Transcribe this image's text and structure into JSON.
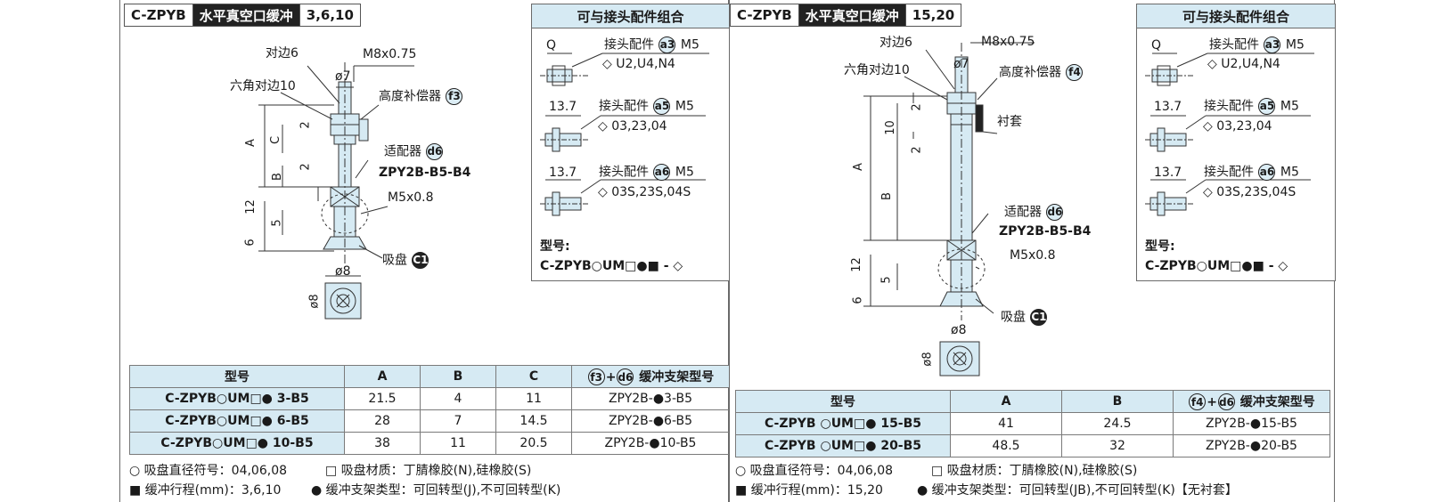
{
  "left": {
    "header": {
      "code": "C-ZPYB",
      "title": "水平真空口缓冲",
      "strokes": "3,6,10"
    },
    "drawing": {
      "labels": {
        "across_flats": "对边6",
        "thread": "M8x0.75",
        "dia7": "ø7",
        "hex": "六角对边10",
        "compensator": "高度补偿器",
        "compensator_code": "f3",
        "adapter": "适配器",
        "adapter_code": "d6",
        "adapter_model": "ZPY2B-B5-B4",
        "port_thread": "M5x0.8",
        "pad": "吸盘",
        "pad_code": "C1",
        "dia8_top": "ø8",
        "dia8_side": "ø8",
        "dim_A": "A",
        "dim_C": "C",
        "dim_B": "B",
        "dim_2a": "2",
        "dim_2b": "2",
        "dim_12": "12",
        "dim_5": "5",
        "dim_6": "6"
      }
    },
    "fittings": {
      "title": "可与接头配件组合",
      "items": [
        {
          "dim": "Q",
          "label": "接头配件",
          "code": "a3",
          "thread": "M5",
          "models": "U2,U4,N4"
        },
        {
          "dim": "13.7",
          "label": "接头配件",
          "code": "a5",
          "thread": "M5",
          "models": "03,23,04"
        },
        {
          "dim": "13.7",
          "label": "接头配件",
          "code": "a6",
          "thread": "M5",
          "models": "03S,23S,04S"
        }
      ],
      "model_label": "型号:",
      "model_code": "C-ZPYB",
      "model_um": "UM"
    },
    "table": {
      "headers": [
        "型号",
        "A",
        "B",
        "C"
      ],
      "bracket_header": "缓冲支架型号",
      "bracket_codes": [
        "f3",
        "d6"
      ],
      "rows": [
        {
          "model_pre": "C-ZPYB",
          "model_um": "UM",
          "model_suffix": "3-B5",
          "A": "21.5",
          "B": "4",
          "C": "11",
          "bracket_pre": "ZPY2B-",
          "bracket_suffix": "3-B5"
        },
        {
          "model_pre": "C-ZPYB",
          "model_um": "UM",
          "model_suffix": "6-B5",
          "A": "28",
          "B": "7",
          "C": "14.5",
          "bracket_pre": "ZPY2B-",
          "bracket_suffix": "6-B5"
        },
        {
          "model_pre": "C-ZPYB",
          "model_um": "UM",
          "model_suffix": "10-B5",
          "A": "38",
          "B": "11",
          "C": "20.5",
          "bracket_pre": "ZPY2B-",
          "bracket_suffix": "10-B5"
        }
      ]
    },
    "notes": {
      "pad_dia": "吸盘直径符号：04,06,08",
      "pad_material": "吸盘材质：丁腈橡胶(N),硅橡胶(S)",
      "stroke": "缓冲行程(mm)：3,6,10",
      "bracket_type": "缓冲支架类型：可回转型(J),不可回转型(K)"
    }
  },
  "right": {
    "header": {
      "code": "C-ZPYB",
      "title": "水平真空口缓冲",
      "strokes": "15,20"
    },
    "drawing": {
      "labels": {
        "across_flats": "对边6",
        "thread": "M8x0.75",
        "dia7": "ø7",
        "hex": "六角对边10",
        "compensator": "高度补偿器",
        "compensator_code": "f4",
        "bushing": "衬套",
        "adapter": "适配器",
        "adapter_code": "d6",
        "adapter_model": "ZPY2B-B5-B4",
        "port_thread": "M5x0.8",
        "pad": "吸盘",
        "pad_code": "C1",
        "dia8_top": "ø8",
        "dia8_side": "ø8",
        "dim_A": "A",
        "dim_B": "B",
        "dim_10": "10",
        "dim_2a": "2",
        "dim_2b": "2",
        "dim_12": "12",
        "dim_5": "5",
        "dim_6": "6"
      }
    },
    "fittings": {
      "title": "可与接头配件组合",
      "items": [
        {
          "dim": "Q",
          "label": "接头配件",
          "code": "a3",
          "thread": "M5",
          "models": "U2,U4,N4"
        },
        {
          "dim": "13.7",
          "label": "接头配件",
          "code": "a5",
          "thread": "M5",
          "models": "03,23,04"
        },
        {
          "dim": "13.7",
          "label": "接头配件",
          "code": "a6",
          "thread": "M5",
          "models": "03S,23S,04S"
        }
      ],
      "model_label": "型号:",
      "model_code": "C-ZPYB",
      "model_um": "UM"
    },
    "table": {
      "headers": [
        "型号",
        "A",
        "B"
      ],
      "bracket_header": "缓冲支架型号",
      "bracket_codes": [
        "f4",
        "d6"
      ],
      "rows": [
        {
          "model_pre": "C-ZPYB",
          "model_um": "UM",
          "model_suffix": "15-B5",
          "A": "41",
          "B": "24.5",
          "bracket_pre": "ZPY2B-",
          "bracket_suffix": "15-B5"
        },
        {
          "model_pre": "C-ZPYB",
          "model_um": "UM",
          "model_suffix": "20-B5",
          "A": "48.5",
          "B": "32",
          "bracket_pre": "ZPY2B-",
          "bracket_suffix": "20-B5"
        }
      ]
    },
    "notes": {
      "pad_dia": "吸盘直径符号：04,06,08",
      "pad_material": "吸盘材质：丁腈橡胶(N),硅橡胶(S)",
      "stroke": "缓冲行程(mm)：15,20",
      "bracket_type": "缓冲支架类型：可回转型(JB),不可回转型(K)【无衬套】"
    }
  },
  "symbols": {
    "circle": "○",
    "square": "□",
    "dot": "●",
    "block": "■",
    "diamond": "◇",
    "plus": "+",
    "dash": "-"
  },
  "colors": {
    "accent_fill": "#d6eaf3",
    "line": "#6a6a6a"
  }
}
